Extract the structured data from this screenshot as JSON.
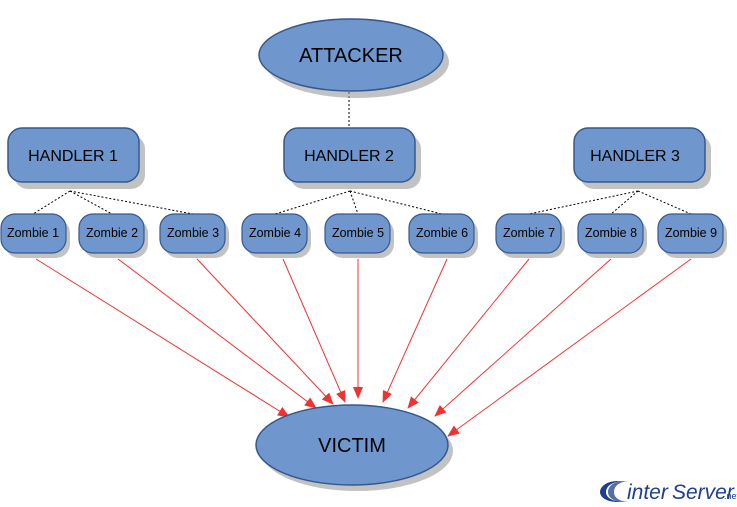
{
  "colors": {
    "node_fill": "#6f97ce",
    "node_stroke": "#34598f",
    "shadow": "#9a9a9a",
    "attack_arrow": "#ee3333",
    "control_link": "#000000",
    "logo_blue": "#1d3f8c"
  },
  "attacker": {
    "label": "ATTACKER"
  },
  "handlers": [
    {
      "label": "HANDLER 1"
    },
    {
      "label": "HANDLER 2"
    },
    {
      "label": "HANDLER 3"
    }
  ],
  "zombies": [
    {
      "label": "Zombie 1",
      "handler": 0
    },
    {
      "label": "Zombie 2",
      "handler": 0
    },
    {
      "label": "Zombie 3",
      "handler": 0
    },
    {
      "label": "Zombie 4",
      "handler": 1
    },
    {
      "label": "Zombie 5",
      "handler": 1
    },
    {
      "label": "Zombie 6",
      "handler": 1
    },
    {
      "label": "Zombie 7",
      "handler": 2
    },
    {
      "label": "Zombie 8",
      "handler": 2
    },
    {
      "label": "Zombie 9",
      "handler": 2
    }
  ],
  "victim": {
    "label": "VICTIM"
  },
  "logo": {
    "part1": "inter",
    "part2": "Server",
    "suffix": ".net"
  }
}
